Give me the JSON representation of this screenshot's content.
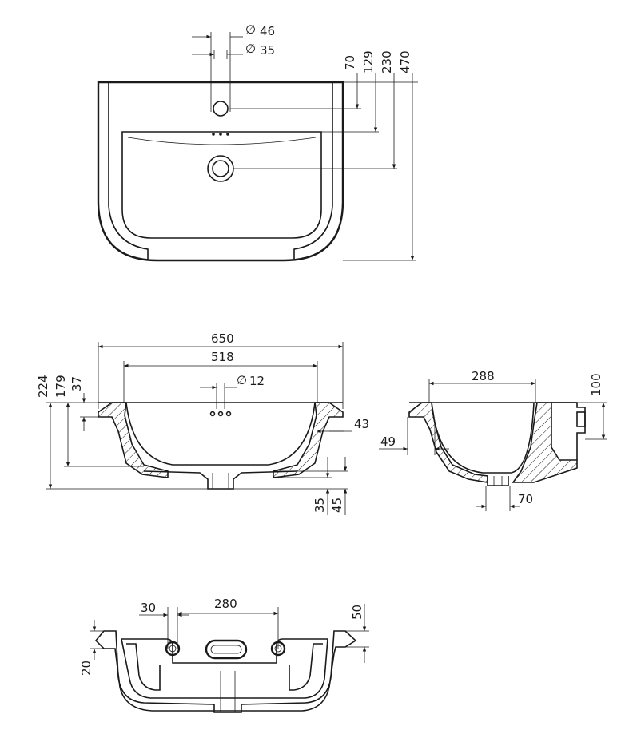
{
  "top_view": {
    "dia_46": "46",
    "dia_35": "35",
    "dim_70": "70",
    "dim_129": "129",
    "dim_230": "230",
    "dim_470": "470",
    "diameter_symbol": "∅"
  },
  "front_section": {
    "dim_650": "650",
    "dim_518": "518",
    "dia_12": "12",
    "dim_224": "224",
    "dim_179": "179",
    "dim_37": "37",
    "dim_43": "43",
    "dim_35": "35",
    "dim_45": "45"
  },
  "side_section": {
    "dim_288": "288",
    "dim_100": "100",
    "dim_49": "49",
    "dim_70": "70"
  },
  "rear_section": {
    "dim_30": "30",
    "dim_280": "280",
    "dim_50": "50",
    "dim_20": "20"
  }
}
